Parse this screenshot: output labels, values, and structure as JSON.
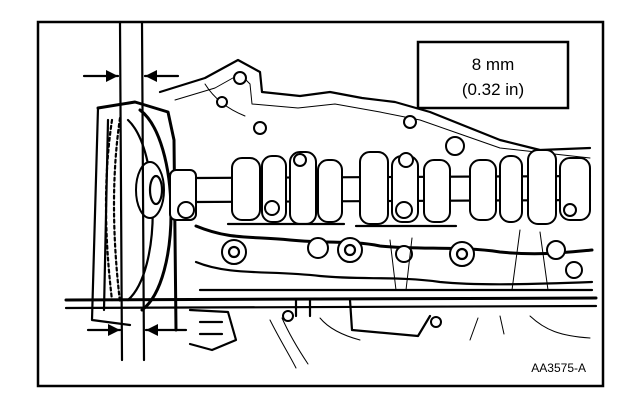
{
  "callout": {
    "metric": "8 mm",
    "imperial": "(0.32 in)"
  },
  "figure_id": "AA3575-A",
  "colors": {
    "ink": "#000000",
    "paper": "#ffffff"
  }
}
